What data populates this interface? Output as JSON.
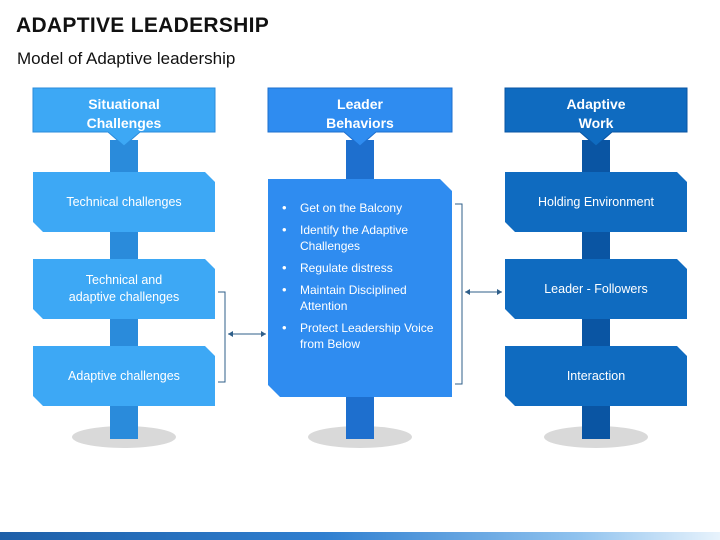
{
  "title": "ADAPTIVE LEADERSHIP",
  "subtitle": "Model of Adaptive leadership",
  "columns": [
    {
      "header": [
        "Situational",
        "Challenges"
      ],
      "items": [
        "Technical challenges",
        [
          "Technical and",
          "adaptive challenges"
        ],
        "Adaptive challenges"
      ],
      "color": "#3DA8F5",
      "post_color": "#2A8BDB"
    },
    {
      "header": [
        "Leader",
        "Behaviors"
      ],
      "bullets": [
        "Get on the Balcony",
        "Identify the Adaptive Challenges",
        "Regulate distress",
        "Maintain Disciplined Attention",
        "Protect Leadership Voice from Below"
      ],
      "color": "#2F8CF0",
      "post_color": "#1E6FCE"
    },
    {
      "header": [
        "Adaptive",
        "Work"
      ],
      "items": [
        "Holding Environment",
        "Leader - Followers",
        "Interaction"
      ],
      "color": "#0F6BC0",
      "post_color": "#0A55A3"
    }
  ],
  "colors": {
    "connector": "#2F5F8A",
    "shadow": "#d9d9d9"
  }
}
